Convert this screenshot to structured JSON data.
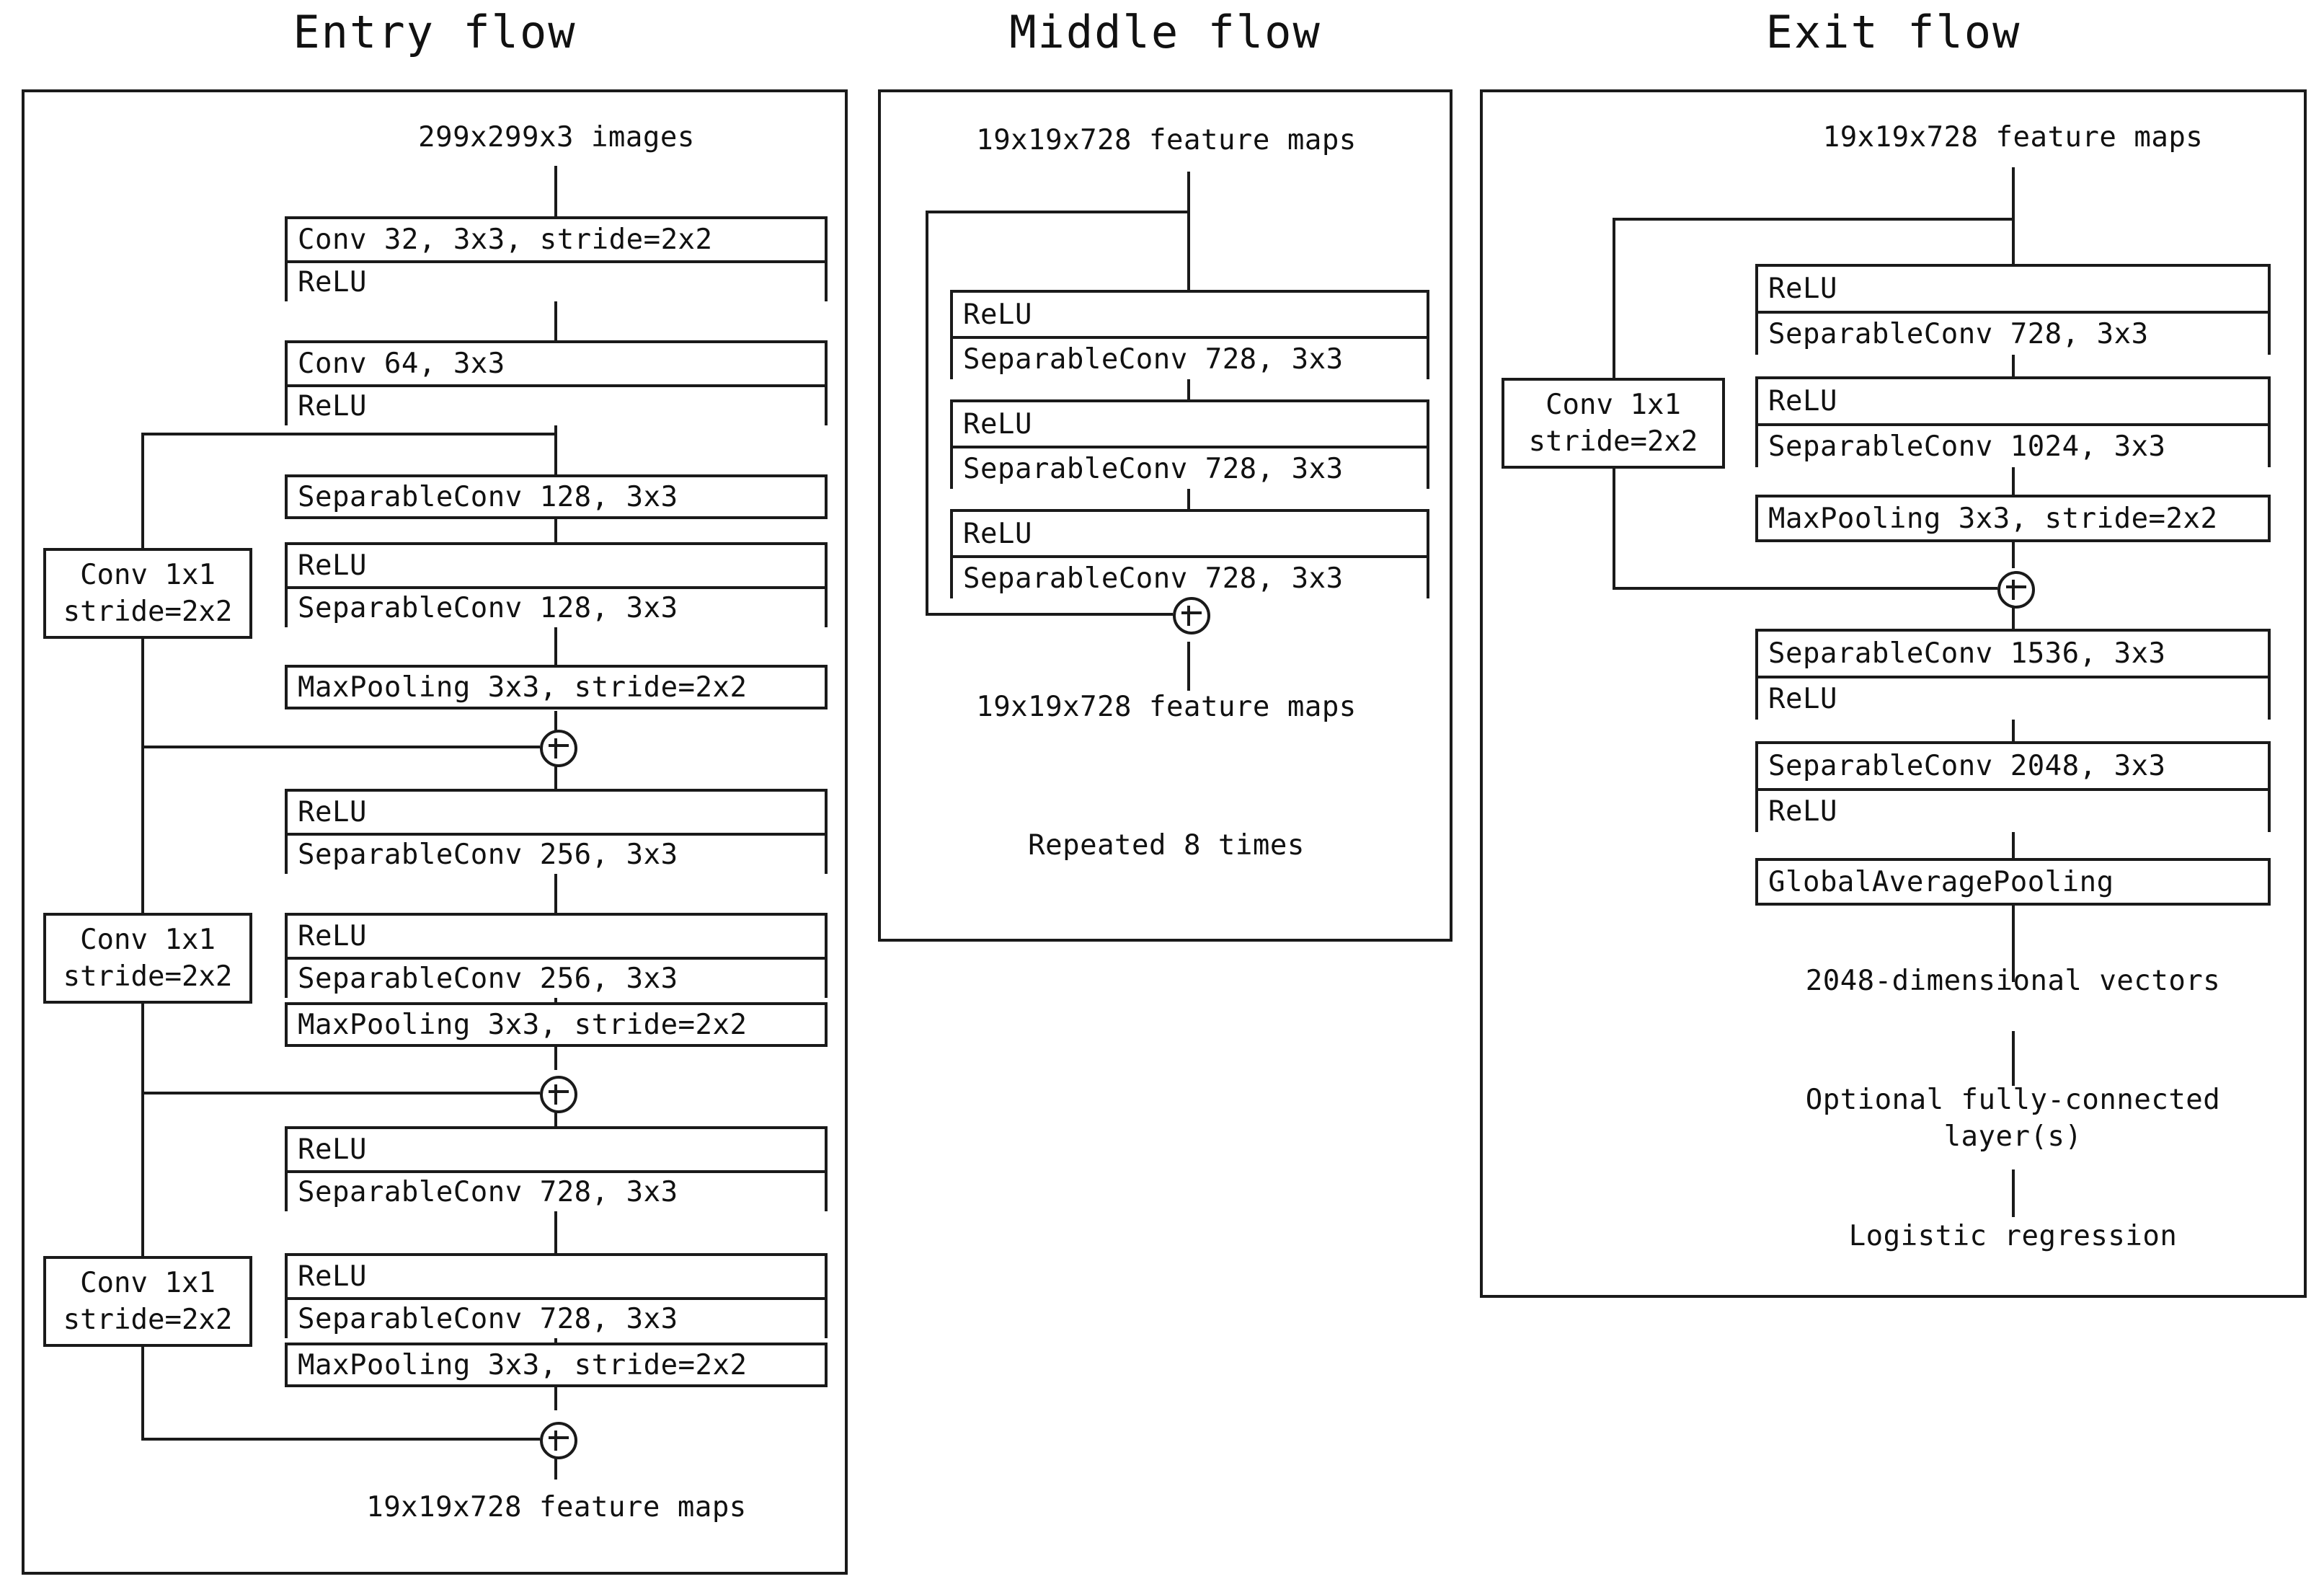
{
  "figure": {
    "name": "Xception architecture diagram",
    "background_color": "#ffffff",
    "line_color": "#1a1a1a"
  },
  "entry_flow": {
    "title": "Entry flow",
    "input_caption": "299x299x3 images",
    "output_caption": "19x19x728 feature maps",
    "blocks": [
      {
        "id": "conv32",
        "rows": [
          "Conv 32, 3x3, stride=2x2",
          "ReLU"
        ]
      },
      {
        "id": "conv64",
        "rows": [
          "Conv 64, 3x3",
          "ReLU"
        ]
      },
      {
        "id": "sepconv128a",
        "rows": [
          "SeparableConv 128, 3x3"
        ]
      },
      {
        "id": "sepconv128b",
        "rows": [
          "ReLU",
          "SeparableConv 128, 3x3"
        ]
      },
      {
        "id": "maxpool1",
        "rows": [
          "MaxPooling 3x3, stride=2x2"
        ]
      },
      {
        "id": "sepconv256a",
        "rows": [
          "ReLU",
          "SeparableConv 256, 3x3"
        ]
      },
      {
        "id": "sepconv256b",
        "rows": [
          "ReLU",
          "SeparableConv 256, 3x3"
        ]
      },
      {
        "id": "maxpool2",
        "rows": [
          "MaxPooling 3x3, stride=2x2"
        ]
      },
      {
        "id": "sepconv728a",
        "rows": [
          "ReLU",
          "SeparableConv 728, 3x3"
        ]
      },
      {
        "id": "sepconv728b",
        "rows": [
          "ReLU",
          "SeparableConv 728, 3x3"
        ]
      },
      {
        "id": "maxpool3",
        "rows": [
          "MaxPooling 3x3, stride=2x2"
        ]
      }
    ],
    "shortcuts": [
      {
        "id": "skip1",
        "line1": "Conv 1x1",
        "line2": "stride=2x2"
      },
      {
        "id": "skip2",
        "line1": "Conv 1x1",
        "line2": "stride=2x2"
      },
      {
        "id": "skip3",
        "line1": "Conv 1x1",
        "line2": "stride=2x2"
      }
    ],
    "sum_symbol": "+",
    "sum_count": 3
  },
  "middle_flow": {
    "title": "Middle flow",
    "input_caption": "19x19x728 feature maps",
    "output_caption": "19x19x728 feature maps",
    "repeat_note": "Repeated 8 times",
    "blocks": [
      {
        "id": "mid1",
        "rows": [
          "ReLU",
          "SeparableConv 728, 3x3"
        ]
      },
      {
        "id": "mid2",
        "rows": [
          "ReLU",
          "SeparableConv 728, 3x3"
        ]
      },
      {
        "id": "mid3",
        "rows": [
          "ReLU",
          "SeparableConv 728, 3x3"
        ]
      }
    ],
    "sum_symbol": "+",
    "sum_count": 1
  },
  "exit_flow": {
    "title": "Exit flow",
    "input_caption": "19x19x728 feature maps",
    "vector_caption": "2048-dimensional vectors",
    "fc_caption": "Optional fully-connected layer(s)",
    "final_caption": "Logistic regression",
    "shortcut": {
      "id": "skip_exit",
      "line1": "Conv 1x1",
      "line2": "stride=2x2"
    },
    "blocks": [
      {
        "id": "ex_sep728",
        "rows": [
          "ReLU",
          "SeparableConv 728, 3x3"
        ]
      },
      {
        "id": "ex_sep1024",
        "rows": [
          "ReLU",
          "SeparableConv 1024, 3x3"
        ]
      },
      {
        "id": "ex_maxpool",
        "rows": [
          "MaxPooling 3x3, stride=2x2"
        ]
      },
      {
        "id": "ex_sep1536",
        "rows": [
          "SeparableConv 1536, 3x3",
          "ReLU"
        ]
      },
      {
        "id": "ex_sep2048",
        "rows": [
          "SeparableConv 2048, 3x3",
          "ReLU"
        ]
      },
      {
        "id": "ex_gap",
        "rows": [
          "GlobalAveragePooling"
        ]
      }
    ],
    "sum_symbol": "+",
    "sum_count": 1
  }
}
